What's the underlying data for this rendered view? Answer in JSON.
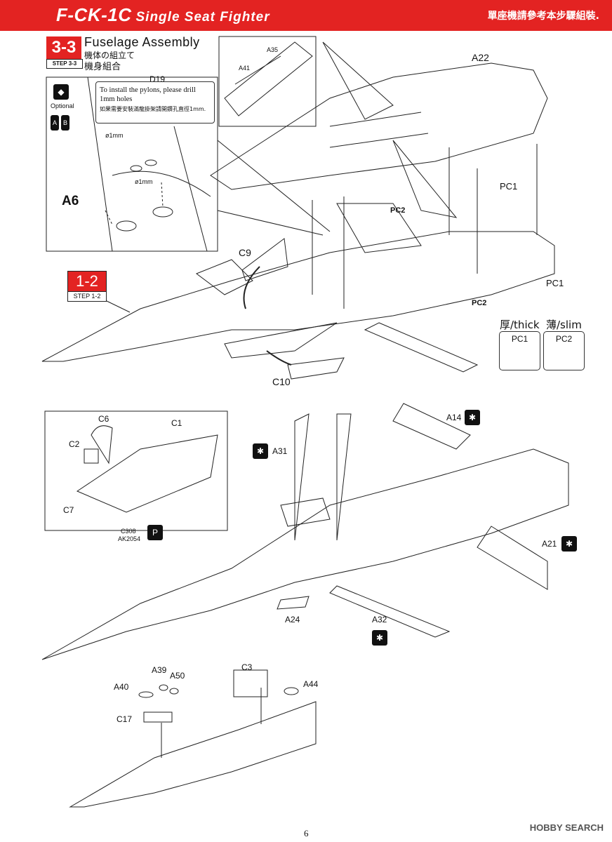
{
  "header": {
    "title": "F-CK-1C",
    "subtitle": "Single Seat Fighter",
    "note_zh": "單座機請參考本步驟組裝."
  },
  "step": {
    "number": "3-3",
    "tag": "STEP 3-3",
    "title_en": "Fuselage Assembly",
    "title_jp": "機体の組立て",
    "title_zh": "機身組合"
  },
  "ref_step": {
    "number": "1-2",
    "tag": "STEP 1-2"
  },
  "inset_note": {
    "part_ref": "D19",
    "text_en": "To install the pylons, please drill 1mm holes",
    "text_zh": "如果需要安裝滿龍掛架請開鑽孔直徑1mm.",
    "optional": "Optional",
    "option_a": "A",
    "option_b": "B",
    "drill1": "ø1mm",
    "drill2": "ø1mm"
  },
  "legend": {
    "thick_label": "厚/thick",
    "slim_label": "薄/slim",
    "pc1": "PC1",
    "pc2": "PC2"
  },
  "parts": {
    "a22": "A22",
    "a6": "A6",
    "a35": "A35",
    "a41": "A41",
    "pc1_top": "PC1",
    "pc1_bottom": "PC1",
    "pc2_top": "PC2",
    "pc2_mid": "PC2",
    "c9": "C9",
    "c10": "C10",
    "c6": "C6",
    "c1": "C1",
    "c2": "C2",
    "c7": "C7",
    "c308": "C308",
    "ak2054": "AK2054",
    "a31": "A31",
    "a14": "A14",
    "a21": "A21",
    "a24": "A24",
    "a32": "A32",
    "c3": "C3",
    "a39": "A39",
    "a40": "A40",
    "a50": "A50",
    "a44": "A44",
    "c17": "C17"
  },
  "page_number": "6",
  "watermark": "HOBBY SEARCH"
}
